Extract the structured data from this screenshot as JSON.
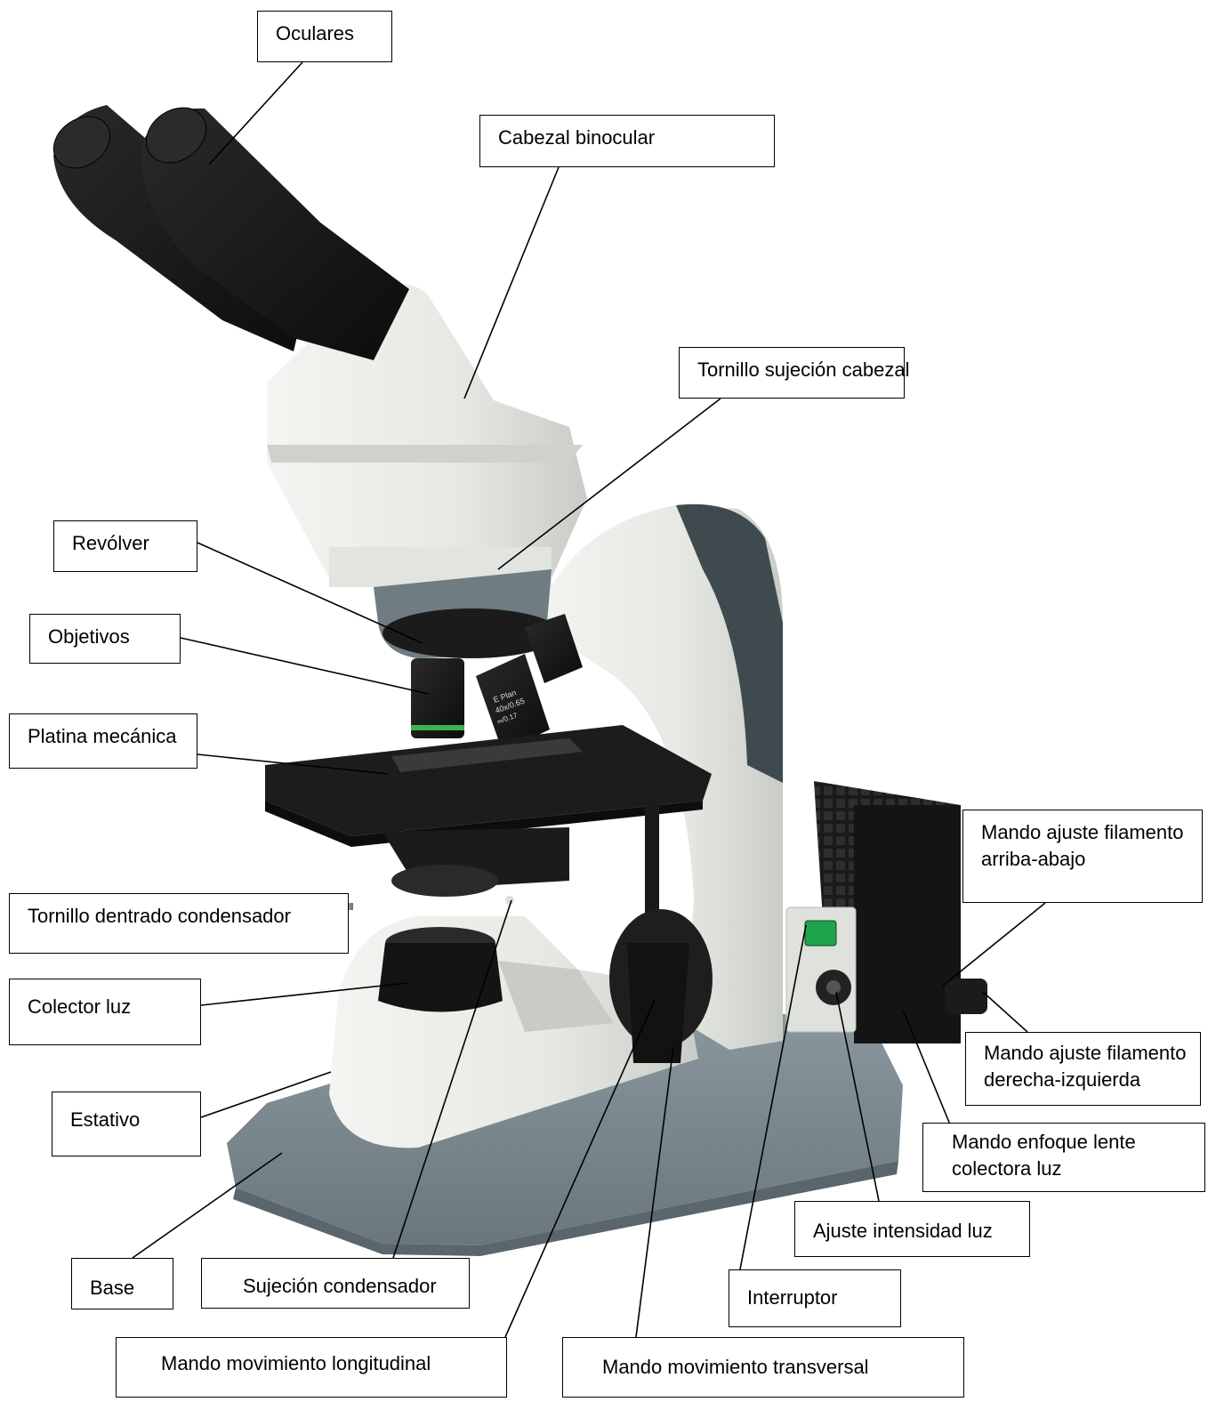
{
  "labels": {
    "oculares": "Oculares",
    "cabezal_binocular": "Cabezal binocular",
    "tornillo_sujecion_cabezal": "Tornillo sujeción cabezal",
    "revolver": "Revólver",
    "objetivos": "Objetivos",
    "platina_mecanica": "Platina mecánica",
    "tornillo_dentrado_condensador": "Tornillo dentrado condensador",
    "colector_luz": "Colector luz",
    "estativo": "Estativo",
    "base": "Base",
    "sujecion_condensador": "Sujeción condensador",
    "mando_movimiento_longitudinal": "Mando movimiento longitudinal",
    "mando_movimiento_transversal": "Mando movimiento transversal",
    "interruptor": "Interruptor",
    "ajuste_intensidad_luz": "Ajuste intensidad luz",
    "mando_enfoque_lente_line1": "Mando enfoque lente",
    "mando_enfoque_lente_line2": "colectora luz",
    "filamento_derecha_line1": "Mando ajuste filamento",
    "filamento_derecha_line2": "derecha-izquierda",
    "filamento_arriba_line1": "Mando ajuste filamento",
    "filamento_arriba_line2": "arriba-abajo"
  },
  "objective_engraving": {
    "line1": "E Plan",
    "line2": "40x/0.65",
    "line3": "∞/0.17"
  },
  "colors": {
    "body_light": "#e9ebe6",
    "body_shadow": "#c9ccc6",
    "base_slate": "#7d8b91",
    "dark_grey": "#3f4a4f",
    "black": "#141414",
    "switch_green": "#1fa34a"
  }
}
